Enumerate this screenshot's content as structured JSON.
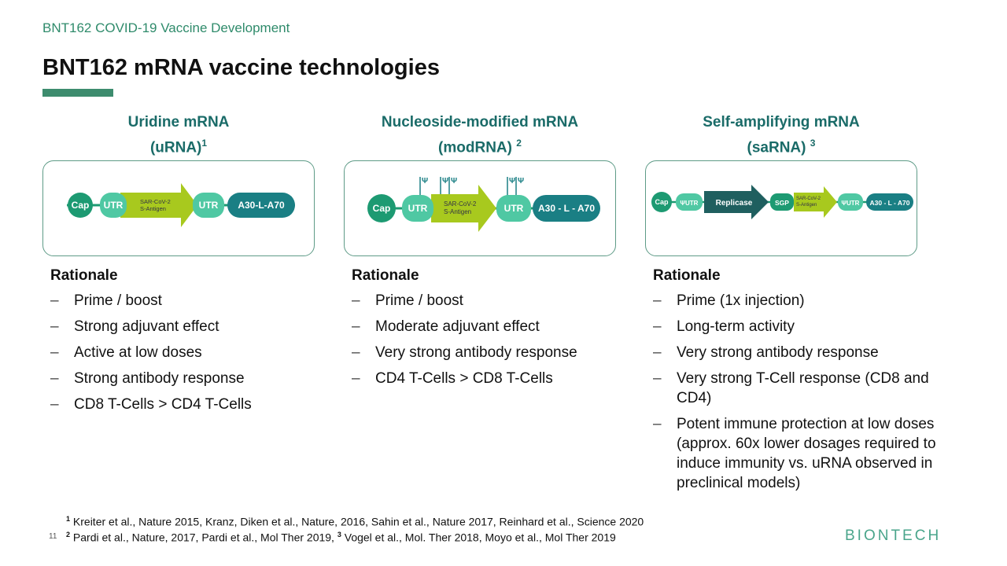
{
  "header": {
    "subtitle": "BNT162 COVID-19 Vaccine Development",
    "title": "BNT162 mRNA vaccine technologies"
  },
  "columns": [
    {
      "heading_line1": "Uridine mRNA",
      "heading_line2": "(uRNA)",
      "heading_sup": "1",
      "diagram": {
        "cap": "Cap",
        "utr5": "UTR",
        "antigen_line1": "SAR-CoV-2",
        "antigen_line2": "S-Antigen",
        "utr3": "UTR",
        "tail": "A30-L-A70"
      },
      "rationale_heading": "Rationale",
      "rationale": [
        "Prime / boost",
        "Strong adjuvant effect",
        "Active at low doses",
        "Strong antibody response",
        "CD8 T-Cells > CD4 T-Cells"
      ]
    },
    {
      "heading_line1": "Nucleoside-modified mRNA",
      "heading_line2": "(modRNA)",
      "heading_sup": "2",
      "diagram": {
        "cap": "Cap",
        "utr5": "UTR",
        "antigen_line1": "SAR-CoV-2",
        "antigen_line2": "S-Antigen",
        "utr3": "UTR",
        "tail": "A30 - L - A70",
        "mod_symbol": "Ψ"
      },
      "rationale_heading": "Rationale",
      "rationale": [
        "Prime / boost",
        "Moderate adjuvant effect",
        "Very strong antibody response",
        "CD4 T-Cells > CD8 T-Cells"
      ]
    },
    {
      "heading_line1": "Self-amplifying mRNA",
      "heading_line2": "(saRNA)",
      "heading_sup": "3",
      "diagram": {
        "cap": "Cap",
        "utr5": "ΨUTR",
        "replicase": "Replicase",
        "sgp": "SGP",
        "antigen_line1": "SAR-CoV-2",
        "antigen_line2": "S-Antigen",
        "utr3": "ΨUTR",
        "tail": "A30 - L - A70"
      },
      "rationale_heading": "Rationale",
      "rationale": [
        "Prime (1x injection)",
        "Long-term activity",
        "Very strong antibody response",
        "Very strong T-Cell response (CD8 and CD4)",
        "Potent immune protection at low doses (approx. 60x lower dosages required to induce immunity vs. uRNA observed in preclinical models)"
      ]
    }
  ],
  "footnotes": {
    "line1_sup": "1",
    "line1": "Kreiter et al., Nature 2015, Kranz, Diken et al., Nature, 2016, Sahin et al., Nature 2017, Reinhard et al., Science 2020",
    "line2_sup": "2",
    "line2a": "Pardi et al., Nature, 2017, Pardi et al., Mol Ther 2019,",
    "line2_sup_b": "3",
    "line2b": "Vogel et al., Mol. Ther 2018, Moyo et al., Mol Ther 2019"
  },
  "page_number": "11",
  "logo_text": "BIONTECH",
  "colors": {
    "accent_green": "#3d8c6e",
    "heading_teal": "#1a6b68",
    "cap_green": "#1d9a72",
    "utr_green": "#4fc8a3",
    "antigen_lime": "#a8c91e",
    "tail_teal": "#1a7f84",
    "replicase_dark": "#1f5f5f"
  }
}
